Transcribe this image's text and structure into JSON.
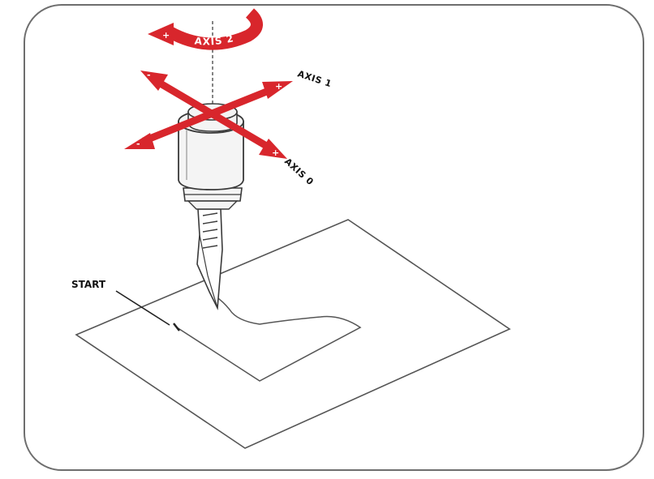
{
  "colors": {
    "frame": "#6e6e6e",
    "arrow": "#d8262c",
    "line": "#555555",
    "tool_body": "#f4f4f4",
    "tool_stroke": "#3a3a3a"
  },
  "labels": {
    "axis0": "AXIS 0",
    "axis1": "AXIS 1",
    "axis2": "AXIS 2",
    "start": "START",
    "plus": "+",
    "minus": "-"
  },
  "icons": {
    "axis2_rotation": "curved-rotation-arrow-icon",
    "axis0_motion": "double-headed-arrow-icon",
    "axis1_motion": "double-headed-arrow-icon"
  }
}
